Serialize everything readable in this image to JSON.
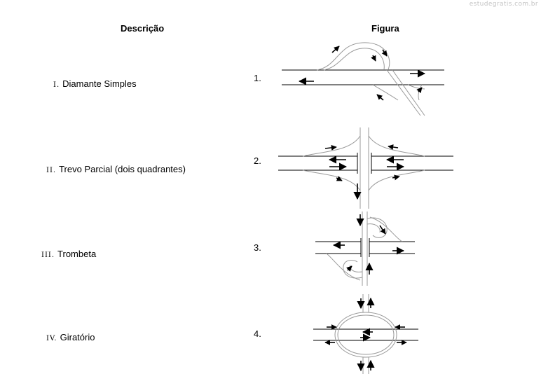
{
  "watermark": "estudegratis.com.br",
  "headers": {
    "description": "Descrição",
    "figure": "Figura"
  },
  "rows": [
    {
      "roman": "I.",
      "label": "Diamante Simples",
      "fig_label": "1."
    },
    {
      "roman": "II.",
      "label": "Trevo Parcial (dois quadrantes)",
      "fig_label": "2."
    },
    {
      "roman": "III.",
      "label": "Trombeta",
      "fig_label": "3."
    },
    {
      "roman": "IV.",
      "label": "Giratório",
      "fig_label": "4."
    }
  ],
  "colors": {
    "road": "#000000",
    "ramp": "#9a9a9a",
    "watermark": "#c4c4c4"
  }
}
